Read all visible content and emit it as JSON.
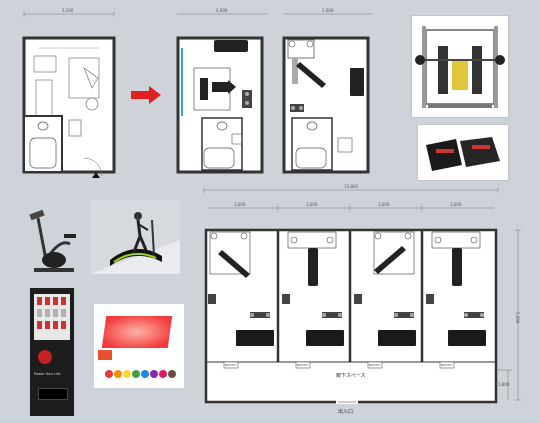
{
  "dims": {
    "plan_original_width": "3,100",
    "plan_a_width": "2,600",
    "plan_b_width": "2,600",
    "combined_width": "13,800",
    "room_width_1": "3,000",
    "room_width_2": "3,000",
    "room_width_3": "3,000",
    "room_width_4": "3,000",
    "side_height": "5,000",
    "corridor_depth": "1,800"
  },
  "labels": {
    "corridor": "廊下スペース",
    "entrance": "出入口",
    "sign1": "BOOTH",
    "sign2": "BOOTH",
    "sign3": "BOOTH",
    "sign4": "BOOTH"
  },
  "vending": {
    "tagline": "Power Your Life"
  },
  "colors": {
    "arrow": "#e02020",
    "plan_line": "#333333",
    "equipment": "#222222",
    "panel_red": "#f03c3c",
    "background": "#cdd3d9"
  },
  "icons": [
    "right-arrow-icon"
  ]
}
